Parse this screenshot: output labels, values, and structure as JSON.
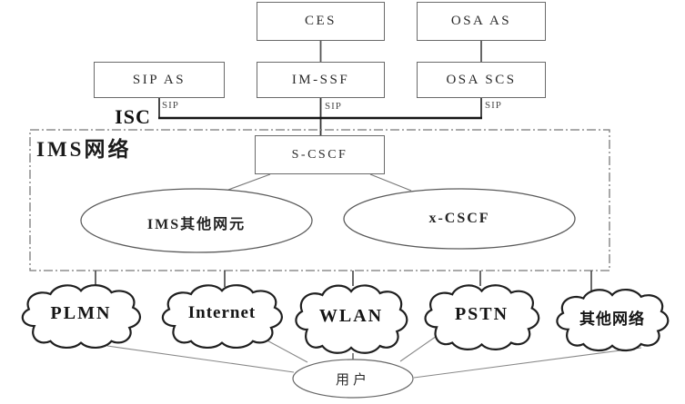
{
  "boxes": {
    "ces": "CES",
    "osa_as": "OSA AS",
    "sip_as": "SIP AS",
    "im_ssf": "IM-SSF",
    "osa_scs": "OSA SCS",
    "s_cscf": "S-CSCF"
  },
  "interfaces": {
    "isc": "ISC",
    "sip": "SIP"
  },
  "network": {
    "label": "IMS网络"
  },
  "ellipses": {
    "ims_other": "IMS其他网元",
    "x_cscf": "x-CSCF"
  },
  "clouds": {
    "plmn": "PLMN",
    "internet": "Internet",
    "wlan": "WLAN",
    "pstn": "PSTN",
    "other": "其他网络"
  },
  "user": {
    "label": "用户"
  },
  "colors": {
    "line": "#6a6a6a",
    "bus": "#151515",
    "boundary": "#787878",
    "cloud_stroke": "#1f1f1f",
    "text": "#1f1f1f",
    "background": "#ffffff"
  }
}
